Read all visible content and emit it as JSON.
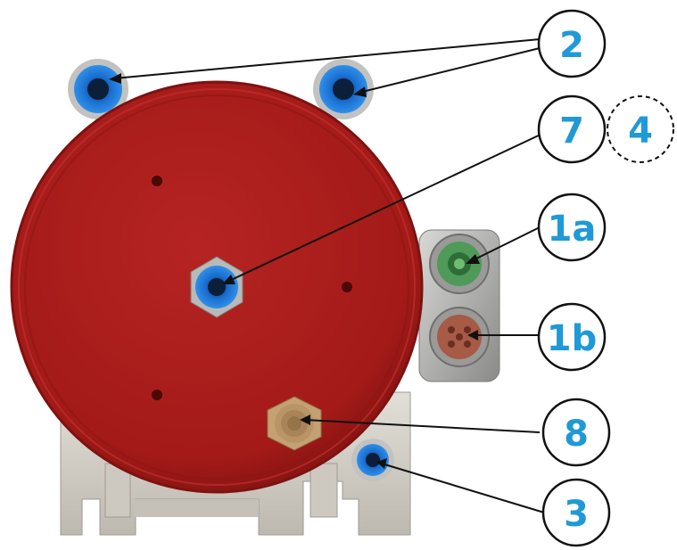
{
  "colors": {
    "housing_red": "#b01e1c",
    "housing_red_dark": "#7d1210",
    "label_blue": "#1f9ad6",
    "fitting_blue": "#1a6fd0",
    "bracket_grey": "#d7d4cc",
    "connector_green": "#4f9a58",
    "connector_copper": "#a75a45",
    "brass": "#c4a173"
  },
  "callouts": [
    {
      "id": "2",
      "label": "2",
      "style": "solid",
      "points_to": [
        "fitting-top-left",
        "fitting-top-right"
      ]
    },
    {
      "id": "7",
      "label": "7",
      "style": "solid",
      "points_to": [
        "fitting-center"
      ]
    },
    {
      "id": "4",
      "label": "4",
      "style": "dashed",
      "points_to": []
    },
    {
      "id": "1a",
      "label": "1a",
      "style": "solid",
      "points_to": [
        "connector-green"
      ]
    },
    {
      "id": "1b",
      "label": "1b",
      "style": "solid",
      "points_to": [
        "connector-copper"
      ]
    },
    {
      "id": "8",
      "label": "8",
      "style": "solid",
      "points_to": [
        "brass-muffler"
      ]
    },
    {
      "id": "3",
      "label": "3",
      "style": "solid",
      "points_to": [
        "fitting-bottom-right"
      ]
    }
  ]
}
